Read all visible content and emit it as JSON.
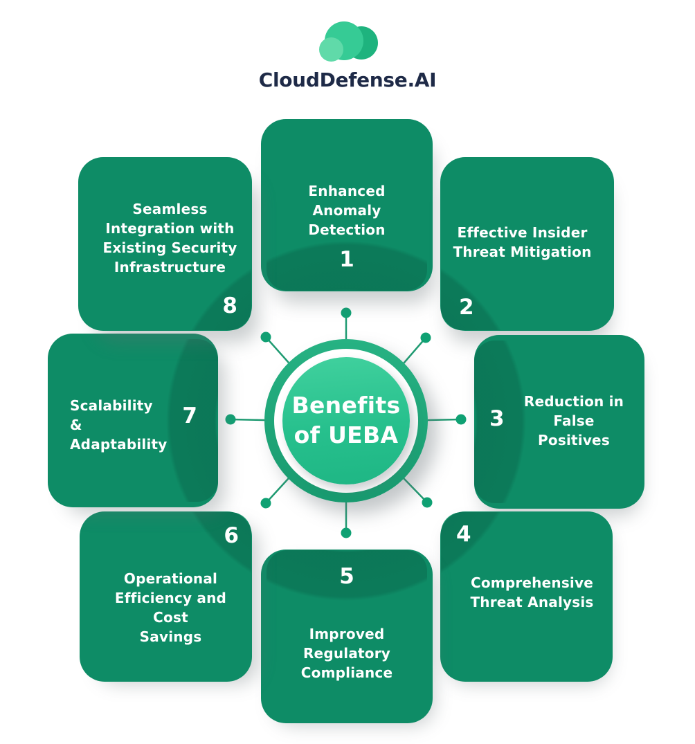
{
  "brand": {
    "name": "CloudDefense.AI"
  },
  "hub": {
    "title": "Benefits\nof UEBA"
  },
  "cards": [
    {
      "num": "1",
      "label": "Enhanced Anomaly\nDetection"
    },
    {
      "num": "2",
      "label": "Effective Insider\nThreat Mitigation"
    },
    {
      "num": "3",
      "label": "Reduction in\nFalse\nPositives"
    },
    {
      "num": "4",
      "label": "Comprehensive\nThreat Analysis"
    },
    {
      "num": "5",
      "label": "Improved Regulatory\nCompliance"
    },
    {
      "num": "6",
      "label": "Operational\nEfficiency and Cost\nSavings"
    },
    {
      "num": "7",
      "label": "Scalability &\nAdaptability"
    },
    {
      "num": "8",
      "label": "Seamless\nIntegration with\nExisting Security\nInfrastructure"
    }
  ],
  "colors": {
    "card_gradient_light": "#3fd09c",
    "card_gradient_dark": "#12a878",
    "band_overlay": "#0e5e46",
    "card_backing": "#0e8c66",
    "hub_ring": "#1fa87a",
    "hub_inner_light": "#41d19e",
    "hub_inner_dark": "#1eb684",
    "spoke_line": "#1f9b72",
    "spoke_dot": "#0fa173",
    "logo_cloud_dark": "#1eb37e",
    "logo_cloud_main": "#36cb95",
    "logo_cloud_light": "#60daa9",
    "brand_navy": "#1e2a47",
    "text_white": "#ffffff"
  }
}
